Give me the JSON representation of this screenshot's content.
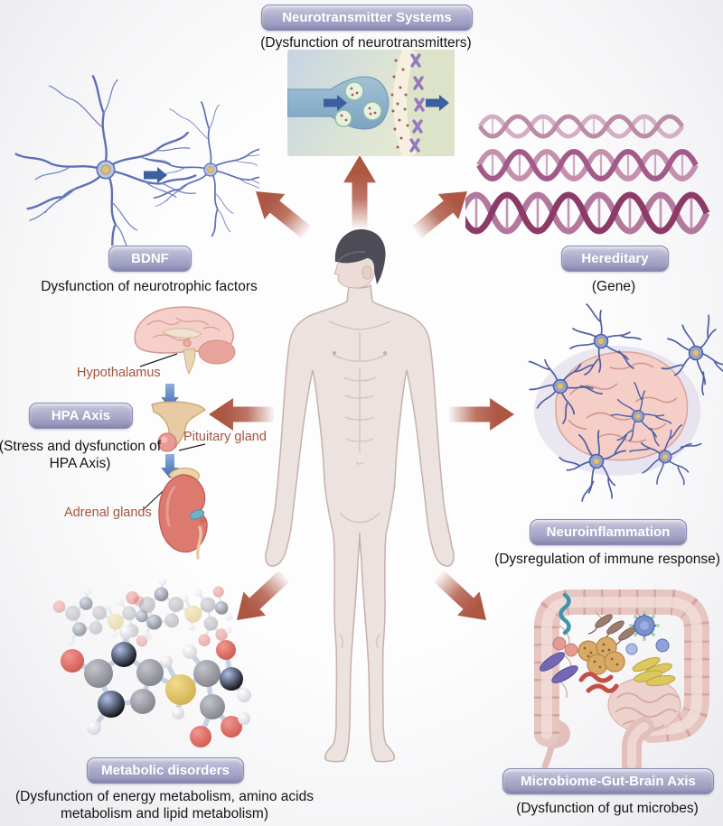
{
  "labels": {
    "neurotransmitter": {
      "title": "Neurotransmitter Systems",
      "subtitle": "(Dysfunction of neurotransmitters)"
    },
    "bdnf": {
      "title": "BDNF",
      "subtitle": "Dysfunction of neurotrophic factors"
    },
    "hereditary": {
      "title": "Hereditary",
      "subtitle": "(Gene)"
    },
    "hpa": {
      "title": "HPA Axis",
      "subtitle": "(Stress and dysfunction of HPA Axis)"
    },
    "neuroinflammation": {
      "title": "Neuroinflammation",
      "subtitle": "(Dysregulation of immune response)"
    },
    "metabolic": {
      "title": "Metabolic disorders",
      "subtitle": "(Dysfunction of energy metabolism, amino acids metabolism and lipid metabolism)"
    },
    "microbiome": {
      "title": "Microbiome-Gut-Brain Axis",
      "subtitle": "(Dysfunction of gut microbes)"
    }
  },
  "hpa_annotations": {
    "hypothalamus": "Hypothalamus",
    "pituitary": "Pituitary gland",
    "adrenal": "Adrenal glands"
  },
  "colors": {
    "pill_top": "#c9c9de",
    "pill_bottom": "#9191ba",
    "pill_border": "#8a8ab2",
    "pill_text": "#ffffff",
    "outward_arrow": "#b05c49",
    "hpa_flow_arrow": "#4168ad",
    "synapse_flow_arrow": "#3b5f9f",
    "annotation_text": "#a5543f",
    "subtitle_text": "#141414"
  },
  "icons": {
    "outward_arrows": [
      "up-arrow",
      "up-left-arrow",
      "up-right-arrow",
      "left-arrow",
      "right-arrow",
      "down-left-arrow",
      "down-right-arrow"
    ],
    "hpa_flow": [
      "down-arrow",
      "down-arrow"
    ],
    "figures": [
      "synapse",
      "neuron-pair",
      "dna-helix",
      "hpa-organs",
      "brain-microglia",
      "molecule-model",
      "gut-microbiome",
      "human-figure"
    ]
  }
}
